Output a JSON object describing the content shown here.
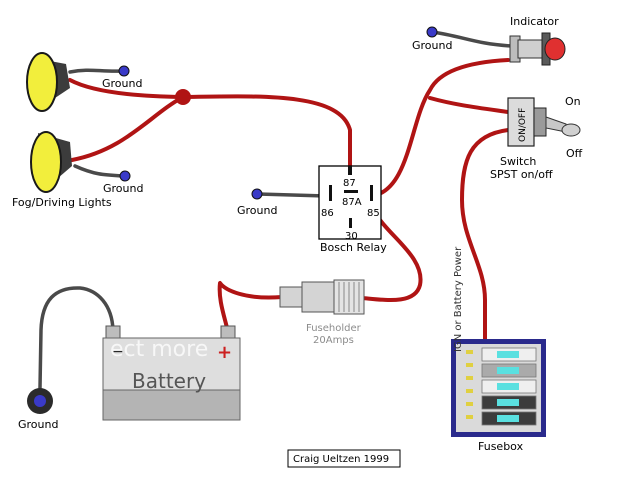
{
  "labels": {
    "indicator": "Indicator",
    "ground_indicator": "Ground",
    "on": "On",
    "off": "Off",
    "switch_title": "Switch",
    "switch_sub": "SPST on/off",
    "switch_face": "ON/OFF",
    "ground_light_top": "Ground",
    "ground_light_bottom": "Ground",
    "fog_lights": "Fog/Driving Lights",
    "ground_relay": "Ground",
    "relay_name": "Bosch Relay",
    "pin_87": "87",
    "pin_87a": "87A",
    "pin_86": "86",
    "pin_85": "85",
    "pin_30": "30",
    "ign_power": "IGN or Battery Power",
    "fuseholder": "Fuseholder",
    "fuseholder_rating": "20Amps",
    "battery": "Battery",
    "battery_minus": "−",
    "battery_plus": "+",
    "ground_battery": "Ground",
    "fusebox": "Fusebox",
    "credit": "Craig Ueltzen 1999",
    "watermark": "ect more"
  },
  "colors": {
    "wire_power": "#b01414",
    "wire_ground": "#4a4a4a",
    "ground_terminal": "#3a3ac8",
    "lamp_lens": "#f2ee3c",
    "indicator_lamp": "#e03030",
    "fusebox_frame": "#2a2a8c"
  }
}
